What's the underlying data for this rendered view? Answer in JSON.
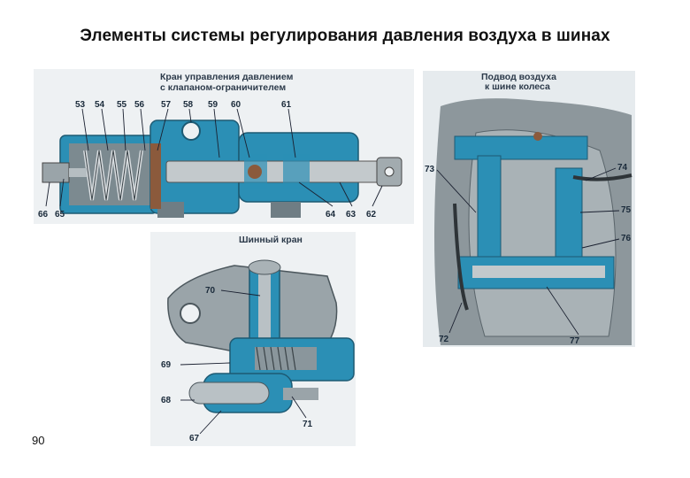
{
  "title": "Элементы системы регулирования давления воздуха в шинах",
  "page_number": "90",
  "valve_figure": {
    "caption_line1": "Кран управления давлением",
    "caption_line2": "с клапаном-ограничителем",
    "labels": [
      "53",
      "54",
      "55",
      "56",
      "57",
      "58",
      "59",
      "60",
      "61",
      "66",
      "65",
      "64",
      "63",
      "62"
    ]
  },
  "tire_valve_figure": {
    "caption": "Шинный кран",
    "labels": [
      "70",
      "69",
      "68",
      "67",
      "71"
    ]
  },
  "wheel_figure": {
    "caption_line1": "Подвод воздуха",
    "caption_line2": "к шине колеса",
    "labels": [
      "73",
      "74",
      "75",
      "76",
      "72",
      "77"
    ]
  },
  "colors": {
    "section_blue": "#2b8fb5",
    "steel": "#8a969c",
    "background_panel": "#e6ebee"
  }
}
